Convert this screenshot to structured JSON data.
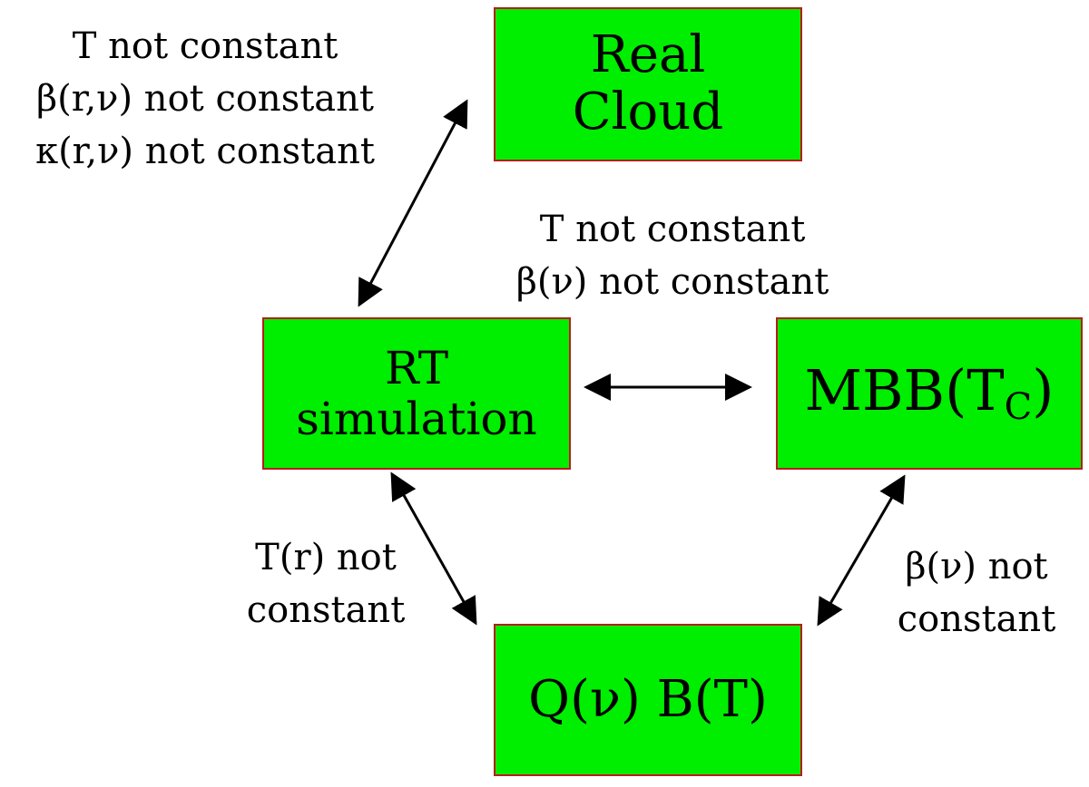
{
  "colors": {
    "box_fill": "#00ee00",
    "box_border": "#b81c1c",
    "text": "#000000",
    "arrow": "#000000"
  },
  "nodes": {
    "real_cloud": {
      "line1": "Real",
      "line2": "Cloud"
    },
    "rt_simulation": {
      "line1": "RT",
      "line2": "simulation"
    },
    "mbb": {
      "main": "MBB(T",
      "sub": "C",
      "close": ")"
    },
    "qb": {
      "label": "Q(ν) B(T)"
    }
  },
  "edge_labels": {
    "cloud_rt": [
      "T not constant",
      "β(r,ν) not constant",
      "κ(r,ν) not constant"
    ],
    "rt_mbb": [
      "T not constant",
      "β(ν) not constant"
    ],
    "rt_qb": [
      "T(r) not",
      "constant"
    ],
    "mbb_qb": [
      "β(ν) not",
      "constant"
    ]
  },
  "edges": [
    {
      "from": "real_cloud",
      "to": "rt_simulation",
      "bidirectional": true
    },
    {
      "from": "rt_simulation",
      "to": "mbb",
      "bidirectional": true
    },
    {
      "from": "rt_simulation",
      "to": "qb",
      "bidirectional": true
    },
    {
      "from": "mbb",
      "to": "qb",
      "bidirectional": true
    }
  ]
}
